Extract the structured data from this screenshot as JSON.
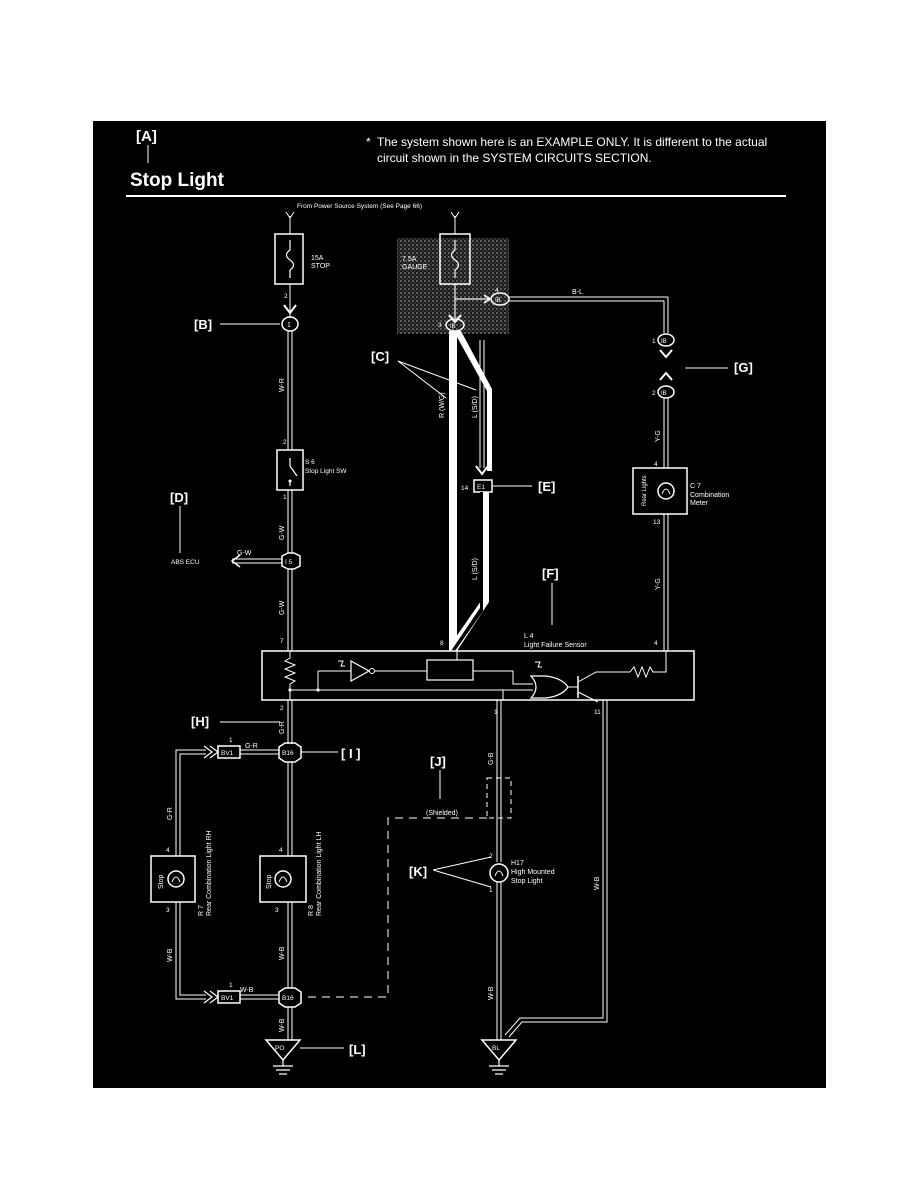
{
  "header": {
    "marker": "[A]",
    "title": "Stop Light",
    "note_star": "*",
    "note_line1": "The system shown here is an EXAMPLE ONLY. It is different to the actual",
    "note_line2": "circuit shown in the SYSTEM CIRCUITS SECTION."
  },
  "labels": {
    "power_source": "From Power Source System (See Page 66)",
    "B": "[B]",
    "C": "[C]",
    "D": "[D]",
    "E": "[E]",
    "F": "[F]",
    "G": "[G]",
    "H": "[H]",
    "I": "[ I ]",
    "J": "[J]",
    "K": "[K]",
    "L": "[L]"
  },
  "fuse_stop": {
    "rating": "15A",
    "name": "STOP",
    "pin": "2"
  },
  "fuse_gauge": {
    "rating": "7.5A",
    "name": "GAUGE",
    "pin": "4",
    "pin_left": "3"
  },
  "junction_1": {
    "text": "1"
  },
  "ib_connectors": {
    "ib": "IB",
    "pin1": "1",
    "pin2": "2"
  },
  "stop_switch": {
    "code": "S 6",
    "name": "Stop Light SW",
    "pin_top": "2",
    "pin_bottom": "1"
  },
  "wires": {
    "wr": "W-R",
    "gw": "G-W",
    "gw2": "G-W",
    "rwg": "R (W/G)",
    "lsd": "L (S/D)",
    "lsd2": "L (S/D)",
    "bl": "B-L",
    "yg": "Y-G",
    "yg2": "Y-G",
    "gr": "G-R",
    "gr2": "G-R",
    "gr3": "G-R",
    "gb": "G-B",
    "wb": "W-B",
    "wb2": "W-B",
    "wb3": "W-B",
    "wb4": "W-B",
    "wb5": "W-B",
    "wb6": "W-B"
  },
  "abs": {
    "text": "ABS ECU",
    "conn": "I 5",
    "wire": "G-W"
  },
  "e1": {
    "text": "E1",
    "pin": "14"
  },
  "meter": {
    "code": "C 7",
    "name1": "Combination",
    "name2": "Meter",
    "bulb": "Rear Lights",
    "pin_top": "4",
    "pin_bottom": "13"
  },
  "sensor": {
    "code": "L 4",
    "name": "Light Failure Sensor",
    "pin7": "7",
    "pin8": "8",
    "pin4": "4",
    "pin2": "2",
    "pin1": "1",
    "pin11": "11"
  },
  "b16": {
    "text": "B16",
    "text2": "B16"
  },
  "bv1": {
    "text": "BV1",
    "pin": "1",
    "text2": "BV1",
    "pin2": "1"
  },
  "rh_light": {
    "code": "R 7",
    "name": "Rear Combination Light RH",
    "bulb": "Stop",
    "pin_top": "4",
    "pin_bottom": "3"
  },
  "lh_light": {
    "code": "R 8",
    "name": "Rear Combination Light LH",
    "bulb": "Stop",
    "pin_top": "4",
    "pin_bottom": "3"
  },
  "high_mount": {
    "code": "H17",
    "name1": "High Mounted",
    "name2": "Stop Light",
    "pin_top": "2",
    "pin_bottom": "1"
  },
  "shielded": "(Shielded)",
  "grounds": {
    "left": "PO",
    "right": "BL"
  }
}
